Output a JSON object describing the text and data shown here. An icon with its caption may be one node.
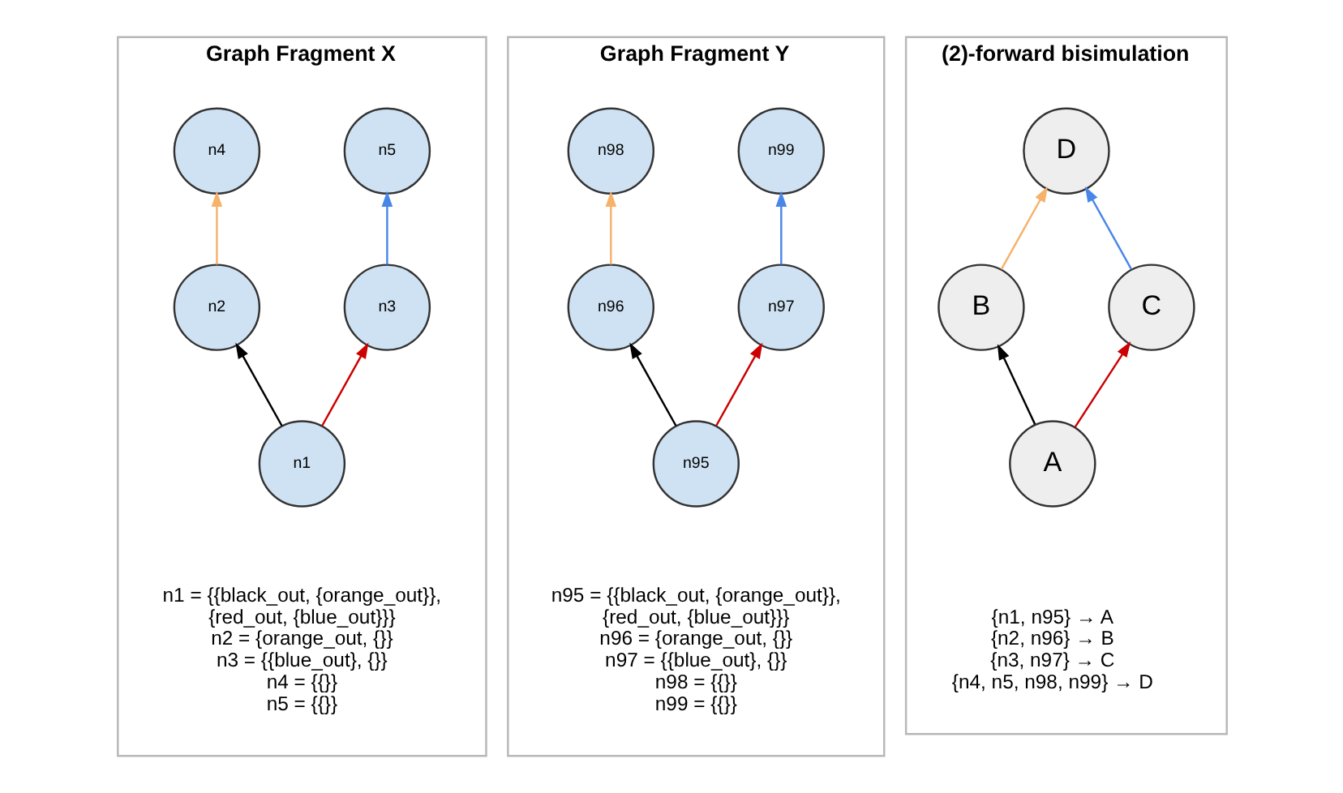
{
  "diagram": {
    "nodes": [
      {
        "text": [
          "Graph Fragment X",
          "n1 = {{black_out, {orange_out}},",
          "{red_out, {blue_out}}}",
          "n2 = {orange_out, {}}",
          "n3 = {{blue_out}, {}}",
          "n4 = {{}}",
          "n5 = {{}}"
        ]
      },
      {
        "text": [
          "n4"
        ],
        "in": 0
      },
      {
        "text": [
          "n5"
        ],
        "in": 0
      },
      {
        "text": [
          "n2"
        ],
        "in": 0
      },
      {
        "text": [
          "n3"
        ],
        "in": 0
      },
      {
        "text": [
          "n1"
        ],
        "in": 0
      },
      {
        "text": [
          "Graph Fragment Y",
          "n95 = {{black_out, {orange_out}},",
          "{red_out, {blue_out}}}",
          "n96 = {orange_out, {}}",
          "n97 = {{blue_out}, {}}",
          "n98 = {{}}",
          "n99 = {{}}"
        ]
      },
      {
        "text": [
          "n98"
        ],
        "in": 6
      },
      {
        "text": [
          "n99"
        ],
        "in": 6
      },
      {
        "text": [
          "n96"
        ],
        "in": 6
      },
      {
        "text": [
          "n97"
        ],
        "in": 6
      },
      {
        "text": [
          "n95"
        ],
        "in": 6
      },
      {
        "text": [
          "(2)-forward bisimulation",
          "{n1, n95} → A",
          "{n2, n96} → B",
          "{n3, n97} → C",
          "{n4, n5, n98, n99} → D"
        ]
      },
      {
        "text": [
          "D"
        ],
        "in": 12
      },
      {
        "text": [
          "B"
        ],
        "in": 12
      },
      {
        "text": [
          "C"
        ],
        "in": 12
      },
      {
        "text": [
          "A"
        ],
        "in": 12
      }
    ],
    "edges": [
      {
        "from": 5,
        "to": 3,
        "arrow": "to",
        "color": "#000000"
      },
      {
        "from": 5,
        "to": 4,
        "arrow": "to",
        "color": "#cc0000"
      },
      {
        "from": 3,
        "to": 1,
        "arrow": "to",
        "color": "#f6b26b"
      },
      {
        "from": 4,
        "to": 2,
        "arrow": "to",
        "color": "#4a86e8"
      },
      {
        "from": 11,
        "to": 9,
        "arrow": "to",
        "color": "#000000"
      },
      {
        "from": 11,
        "to": 10,
        "arrow": "to",
        "color": "#cc0000"
      },
      {
        "from": 9,
        "to": 7,
        "arrow": "to",
        "color": "#f6b26b"
      },
      {
        "from": 10,
        "to": 8,
        "arrow": "to",
        "color": "#4a86e8"
      },
      {
        "from": 16,
        "to": 14,
        "arrow": "to",
        "color": "#000000"
      },
      {
        "from": 16,
        "to": 15,
        "arrow": "to",
        "color": "#cc0000"
      },
      {
        "from": 14,
        "to": 13,
        "arrow": "to",
        "color": "#f6b26b"
      },
      {
        "from": 15,
        "to": 13,
        "arrow": "to",
        "color": "#4a86e8"
      }
    ]
  }
}
